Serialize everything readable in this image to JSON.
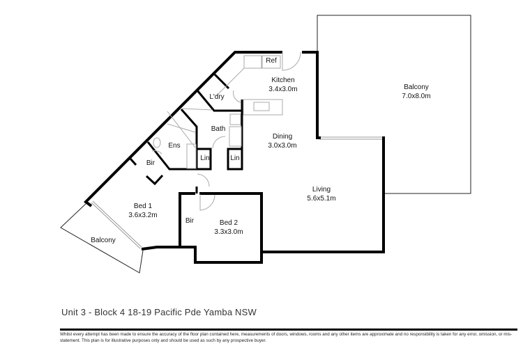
{
  "rooms": {
    "ref": "Ref",
    "kitchen": {
      "name": "Kitchen",
      "size": "3.4x3.0m"
    },
    "laundry": "L'dry",
    "bath": "Bath",
    "dining": {
      "name": "Dining",
      "size": "3.0x3.0m"
    },
    "ensuite": "Ens",
    "bir1": "Bir",
    "lin1": "Lin",
    "lin2": "Lin",
    "bed1": {
      "name": "Bed 1",
      "size": "3.6x3.2m"
    },
    "bir2": "Bir",
    "bed2": {
      "name": "Bed 2",
      "size": "3.3x3.0m"
    },
    "balcony_small": "Balcony",
    "living": {
      "name": "Living",
      "size": "5.6x5.1m"
    },
    "balcony_large": {
      "name": "Balcony",
      "size": "7.0x8.0m"
    }
  },
  "footer": {
    "title": "Unit 3 - Block 4 18-19 Pacific Pde Yamba NSW",
    "disclaimer": "Whilst every attempt has been made to ensure the accuracy of the floor plan contained here, measurements of doors, windows, rooms and any other items are approximate and no responsibility is taken for any error, omission, or mis-statement. This plan is for illustrative purposes only and should be used as such by any prospective buyer."
  }
}
